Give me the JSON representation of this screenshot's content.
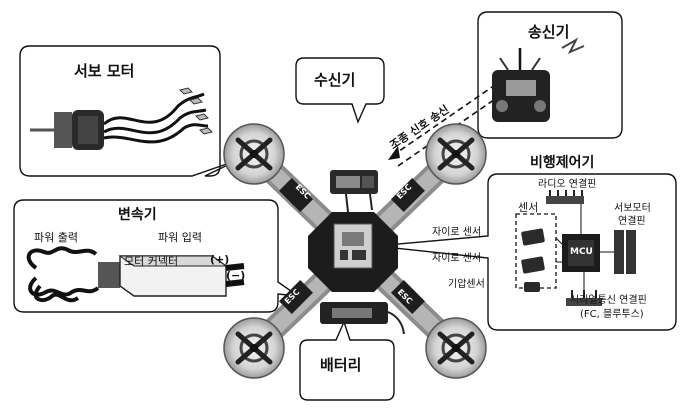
{
  "labels": {
    "servo_motor": "서보 모터",
    "receiver": "수신기",
    "transmitter": "송신기",
    "control_signal": "조종 신호 송신",
    "flight_controller": "비행제어기",
    "transmission": "변속기",
    "power_output": "파워 출력",
    "power_input": "파워 입력",
    "motor_connector": "모터 커넥터",
    "plus": "(+)",
    "minus": "(−)",
    "battery": "배터리",
    "sensor": "센서",
    "gyro_sensor_1": "자이로 센서",
    "gyro_sensor_2": "자이로 센서",
    "barometric_sensor": "기압센서",
    "radio_pin": "라디오 연결핀",
    "servo_pin_line1": "서보모터",
    "servo_pin_line2": "연결핀",
    "serial_pin_line1": "시리얼통신 연결핀",
    "serial_pin_line2": "(FC, 블루투스)",
    "mcu": "MCU",
    "esc": "ESC"
  },
  "colors": {
    "stroke": "#111111",
    "prop_disc": "#cfcfcf",
    "arm": "#9a9a9a",
    "dark": "#222222"
  }
}
